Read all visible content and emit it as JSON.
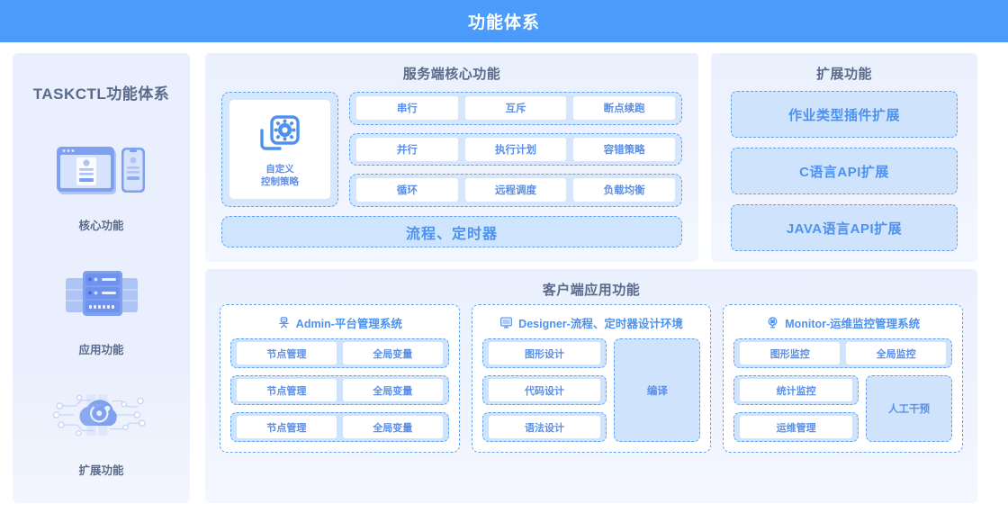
{
  "header": {
    "title": "功能体系"
  },
  "sidebar": {
    "title": "TASKCTL功能体系",
    "items": [
      {
        "label": "核心功能",
        "icon": "browser-mobile-icon"
      },
      {
        "label": "应用功能",
        "icon": "server-rack-icon"
      },
      {
        "label": "扩展功能",
        "icon": "cloud-network-icon"
      }
    ]
  },
  "server_panel": {
    "title": "服务端核心功能",
    "custom": {
      "icon": "gear-layers-icon",
      "line1": "自定义",
      "line2": "控制策略"
    },
    "rows": [
      [
        "串行",
        "互斥",
        "断点续跑"
      ],
      [
        "并行",
        "执行计划",
        "容错策略"
      ],
      [
        "循环",
        "远程调度",
        "负载均衡"
      ]
    ],
    "wide_bar": "流程、定时器"
  },
  "ext_panel": {
    "title": "扩展功能",
    "items": [
      "作业类型插件扩展",
      "C语言API扩展",
      "JAVA语言API扩展"
    ]
  },
  "client_panel": {
    "title": "客户端应用功能",
    "admin": {
      "icon": "robot-admin-icon",
      "title": "Admin-平台管理系统",
      "rows": [
        [
          "节点管理",
          "全局变量"
        ],
        [
          "节点管理",
          "全局变量"
        ],
        [
          "节点管理",
          "全局变量"
        ]
      ]
    },
    "designer": {
      "icon": "monitor-design-icon",
      "title": "Designer-流程、定时器设计环境",
      "left_items": [
        "图形设计",
        "代码设计",
        "语法设计"
      ],
      "right_box": "编译"
    },
    "monitor": {
      "icon": "globe-monitor-icon",
      "title": "Monitor-运维监控管理系统",
      "top_row": [
        "图形监控",
        "全局监控"
      ],
      "left_items": [
        "统计监控",
        "运维管理"
      ],
      "right_box": "人工干预"
    }
  },
  "colors": {
    "header_blue": "#4a9bfb",
    "accent_blue": "#4e92f0",
    "pill_fill": "#cfe3fd",
    "dashed_border": "#5da2f7",
    "panel_bg": "#eaf0fd",
    "sidebar_bg": "#e9effc",
    "title_text": "#5a6a8a"
  }
}
